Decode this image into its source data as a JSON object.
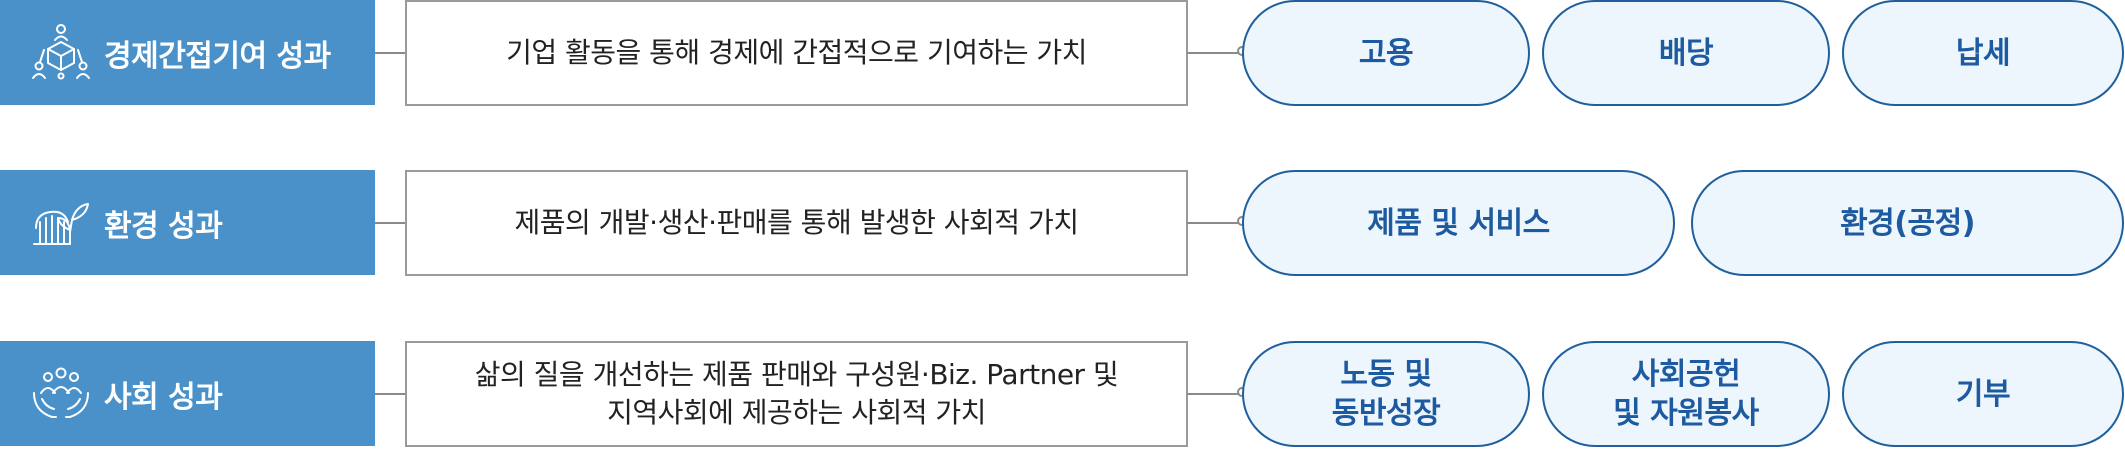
{
  "rows": [
    {
      "category": "경제간접기여 성과",
      "icon": "economy-network-icon",
      "description": "기업 활동을 통해 경제에 간접적으로 기여하는 가치",
      "items": [
        "고용",
        "배당",
        "납세"
      ]
    },
    {
      "category": "환경 성과",
      "icon": "eco-building-leaf-icon",
      "description": "제품의 개발·생산·판매를 통해 발생한 사회적 가치",
      "items": [
        "제품 및 서비스",
        "환경(공정)"
      ]
    },
    {
      "category": "사회 성과",
      "icon": "community-people-icon",
      "description": "삶의 질을 개선하는 제품 판매와 구성원·Biz. Partner 및\n지역사회에 제공하는 사회적 가치",
      "items": [
        "노동 및\n동반성장",
        "사회공헌\n및 자원봉사",
        "기부"
      ]
    }
  ],
  "colors": {
    "category_bg": "#4a90c9",
    "pill_border": "#1f5f9c",
    "pill_bg": "#eef6fd",
    "pill_text": "#1d5aa0",
    "connector": "#8a8a8a"
  }
}
